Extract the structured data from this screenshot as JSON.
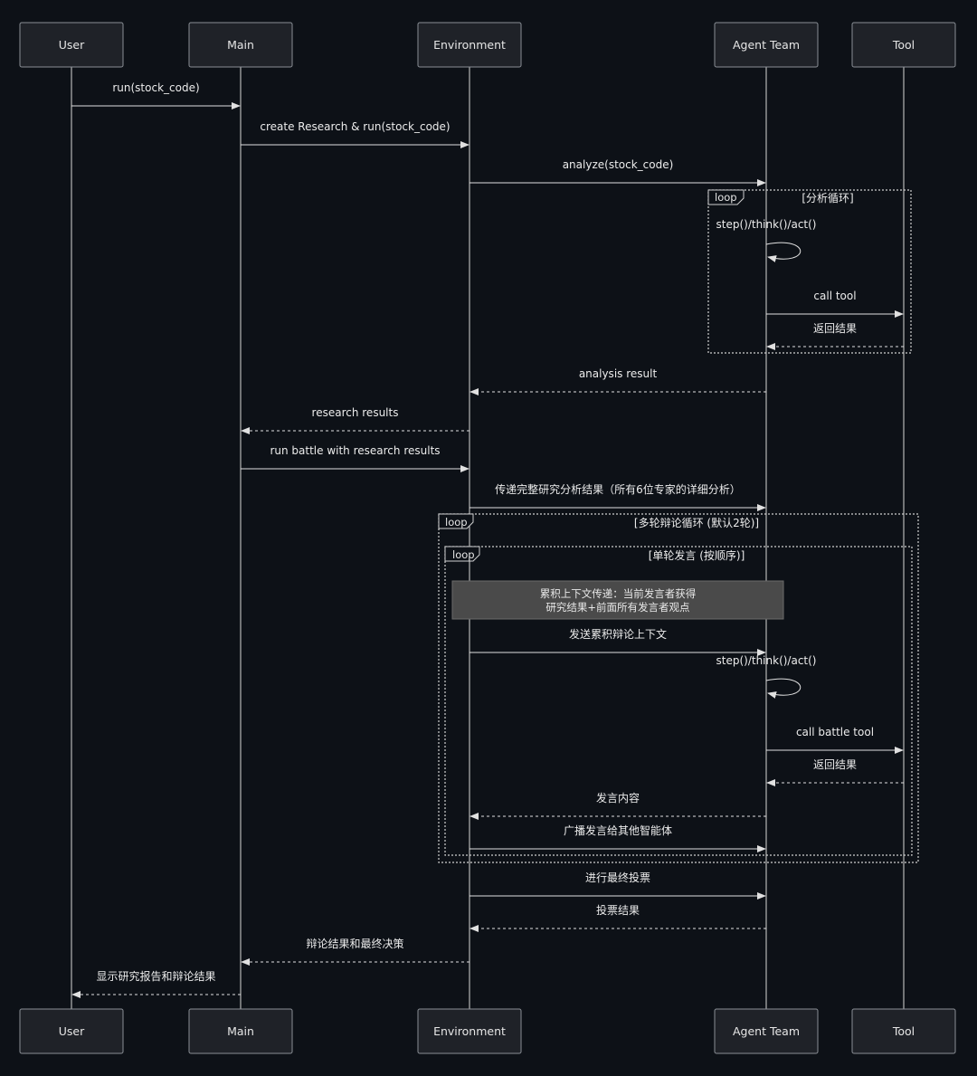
{
  "participants": [
    {
      "id": "user",
      "label": "User"
    },
    {
      "id": "main",
      "label": "Main"
    },
    {
      "id": "env",
      "label": "Environment"
    },
    {
      "id": "agent",
      "label": "Agent Team"
    },
    {
      "id": "tool",
      "label": "Tool"
    }
  ],
  "messages": [
    {
      "from": "user",
      "to": "main",
      "text": "run(stock_code)",
      "style": "solid"
    },
    {
      "from": "main",
      "to": "env",
      "text": "create Research & run(stock_code)",
      "style": "solid"
    },
    {
      "from": "env",
      "to": "agent",
      "text": "analyze(stock_code)",
      "style": "solid"
    },
    {
      "from": "agent",
      "to": "agent",
      "text": "step()/think()/act()",
      "style": "self"
    },
    {
      "from": "agent",
      "to": "tool",
      "text": "call tool",
      "style": "solid"
    },
    {
      "from": "tool",
      "to": "agent",
      "text": "返回结果",
      "style": "dashed"
    },
    {
      "from": "agent",
      "to": "env",
      "text": "analysis result",
      "style": "dashed"
    },
    {
      "from": "env",
      "to": "main",
      "text": "research results",
      "style": "dashed"
    },
    {
      "from": "main",
      "to": "env",
      "text": "run battle with research results",
      "style": "solid"
    },
    {
      "from": "env",
      "to": "agent",
      "text": "传递完整研究分析结果（所有6位专家的详细分析）",
      "style": "solid"
    },
    {
      "from": "env",
      "to": "agent",
      "text": "发送累积辩论上下文",
      "style": "solid"
    },
    {
      "from": "agent",
      "to": "agent",
      "text": "step()/think()/act()",
      "style": "self"
    },
    {
      "from": "agent",
      "to": "tool",
      "text": "call battle tool",
      "style": "solid"
    },
    {
      "from": "tool",
      "to": "agent",
      "text": "返回结果",
      "style": "dashed"
    },
    {
      "from": "agent",
      "to": "env",
      "text": "发言内容",
      "style": "dashed"
    },
    {
      "from": "env",
      "to": "agent",
      "text": "广播发言给其他智能体",
      "style": "solid"
    },
    {
      "from": "env",
      "to": "agent",
      "text": "进行最终投票",
      "style": "solid"
    },
    {
      "from": "agent",
      "to": "env",
      "text": "投票结果",
      "style": "dashed"
    },
    {
      "from": "env",
      "to": "main",
      "text": "辩论结果和最终决策",
      "style": "dashed"
    },
    {
      "from": "main",
      "to": "user",
      "text": "显示研究报告和辩论结果",
      "style": "dashed"
    }
  ],
  "loops": [
    {
      "keyword": "loop",
      "condition": "[分析循环]"
    },
    {
      "keyword": "loop",
      "condition": "[多轮辩论循环 (默认2轮)]"
    },
    {
      "keyword": "loop",
      "condition": "[单轮发言 (按顺序)]"
    }
  ],
  "note": {
    "lines": [
      "累积上下文传递：当前发言者获得",
      "研究结果+前面所有发言者观点"
    ]
  }
}
